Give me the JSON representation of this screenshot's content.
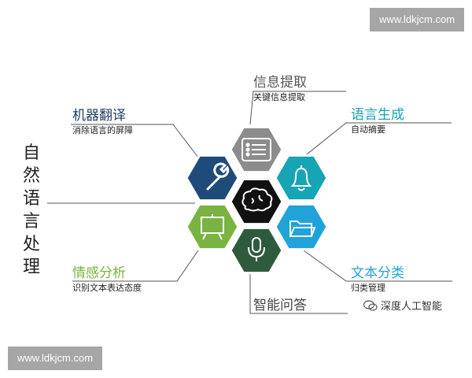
{
  "title_chars": [
    "自",
    "然",
    "语",
    "言",
    "处",
    "理"
  ],
  "modules": {
    "info_extract": {
      "title": "信息提取",
      "subtitle": "关键信息提取",
      "color": "#8c8c8c",
      "icon": "list-icon"
    },
    "translate": {
      "title": "机器翻译",
      "subtitle": "消除语言的屏障",
      "color": "#1f4b7a",
      "icon": "wrench-icon"
    },
    "generation": {
      "title": "语言生成",
      "subtitle": "自动摘要",
      "color": "#17a4b4",
      "icon": "bell-icon"
    },
    "sentiment": {
      "title": "情感分析",
      "subtitle": "识别文本表达态度",
      "color": "#7ab342",
      "icon": "presentation-board-icon"
    },
    "classify": {
      "title": "文本分类",
      "subtitle": "归类管理",
      "color": "#1fa3d9",
      "icon": "folder-icon"
    },
    "qa": {
      "title": "智能问答",
      "subtitle": "",
      "color": "#2e5b3c",
      "icon": "microphone-icon"
    },
    "core": {
      "color": "#111111",
      "icon": "brain-icon"
    }
  },
  "watermark_top": "www.ldkjcm.com",
  "watermark_bottom": "www.ldkjcm.com",
  "brand": "深度人工智能"
}
